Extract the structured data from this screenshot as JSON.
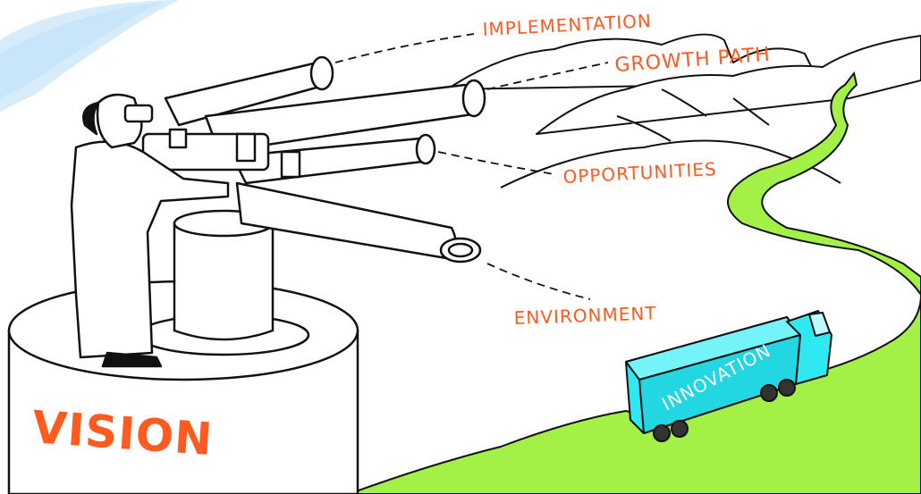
{
  "labels": {
    "implementation": "IMPLEMENTATION",
    "growth_path": "GROWTH PATH",
    "opportunities": "OPPORTUNITIES",
    "environment": "ENVIRONMENT",
    "pedestal": "VISION",
    "truck": "INNOVATION"
  },
  "colors": {
    "label_text": "#ff5a1f",
    "road": "#a3f046",
    "truck": "#2ee8f2",
    "sky_streak": "#d6ecfb",
    "ink": "#111111"
  },
  "icons": {
    "observer": "man-looking-through-telescopes",
    "telescopes": "telescope-cluster",
    "pedestal": "cylindrical-pedestal",
    "mountains": "mountain-range",
    "road": "winding-road",
    "truck": "truck-icon"
  }
}
